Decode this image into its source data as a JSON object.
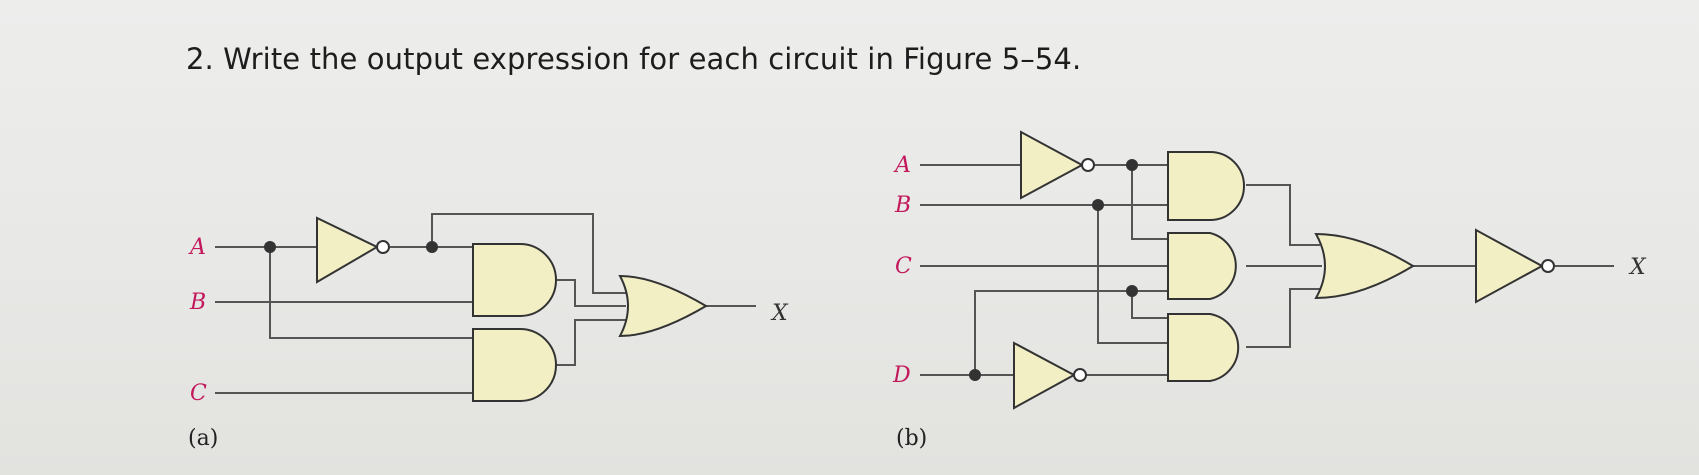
{
  "question": "2. Write the output expression for each circuit in Figure 5–54.",
  "circuit_a": {
    "inputs": [
      "A",
      "B",
      "C"
    ],
    "output": "X",
    "caption": "(a)"
  },
  "circuit_b": {
    "inputs": [
      "A",
      "B",
      "C",
      "D"
    ],
    "output": "X",
    "caption": "(b)"
  },
  "colors": {
    "gate_fill": "#f2efc4",
    "input_label": "#c2185b",
    "wire": "#555555"
  }
}
